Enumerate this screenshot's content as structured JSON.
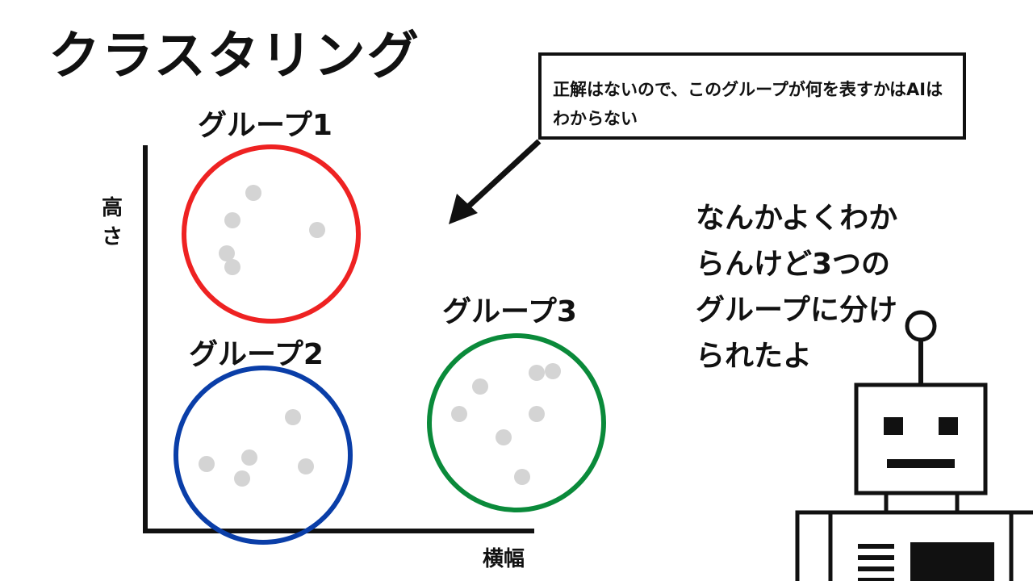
{
  "title": "クラスタリング",
  "callout_text": "正解はないので、このグループが何を表すかはAIはわからない",
  "axes": {
    "y_label": "高さ",
    "x_label": "横幅"
  },
  "groups": [
    {
      "label": "グループ1",
      "color": "#ee2222"
    },
    {
      "label": "グループ2",
      "color": "#0a3ea8"
    },
    {
      "label": "グループ3",
      "color": "#0a8a3a"
    }
  ],
  "speech_text": "なんかよくわからんけど3つのグループに分けられたよ",
  "robot": {
    "icon": "robot-icon"
  }
}
